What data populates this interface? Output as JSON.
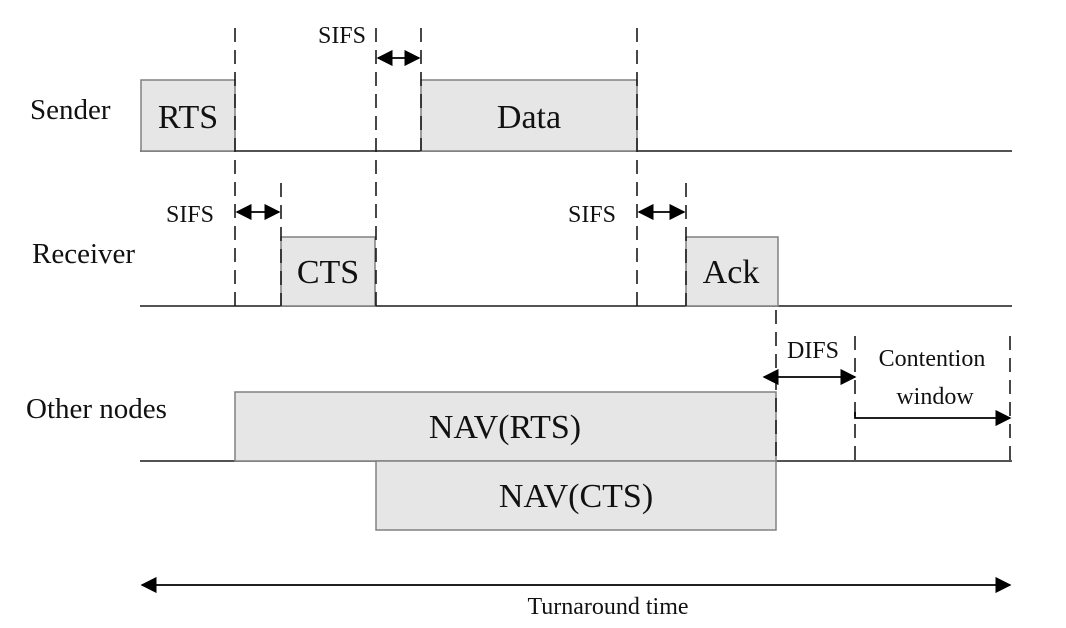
{
  "rows": {
    "sender": "Sender",
    "receiver": "Receiver",
    "other": "Other nodes"
  },
  "frames": {
    "rts": "RTS",
    "data": "Data",
    "cts": "CTS",
    "ack": "Ack",
    "nav_rts": "NAV(RTS)",
    "nav_cts": "NAV(CTS)"
  },
  "intervals": {
    "sifs_1": "SIFS",
    "sifs_2": "SIFS",
    "sifs_3": "SIFS",
    "difs": "DIFS",
    "contention_line1": "Contention",
    "contention_line2": "window"
  },
  "turnaround": "Turnaround time",
  "colors": {
    "frame_fill": "#e6e6e6",
    "frame_border": "#808080",
    "line": "#1a1a1a"
  }
}
